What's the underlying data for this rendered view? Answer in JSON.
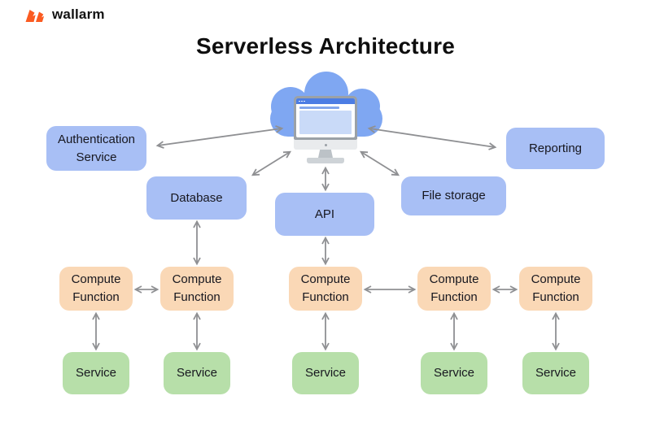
{
  "brand": {
    "name": "wallarm",
    "logo_color": "#FB5B21"
  },
  "title": "Serverless Architecture",
  "colors": {
    "node_blue": "#A8BFF5",
    "node_peach": "#FAD8B6",
    "node_green": "#B7DFA9",
    "arrow_gray": "#8F9093",
    "cloud_blue": "#7FA7F2",
    "browser_bar_blue": "#4C7DE4",
    "screen_content_blue": "#C9DAF8",
    "text": "#17171F"
  },
  "nodes": {
    "authentication_service": "Authentication Service",
    "database": "Database",
    "api": "API",
    "file_storage": "File storage",
    "reporting": "Reporting"
  },
  "compute_functions": [
    "Compute Function",
    "Compute Function",
    "Compute Function",
    "Compute Function",
    "Compute Function"
  ],
  "services": [
    "Service",
    "Service",
    "Service",
    "Service",
    "Service"
  ]
}
